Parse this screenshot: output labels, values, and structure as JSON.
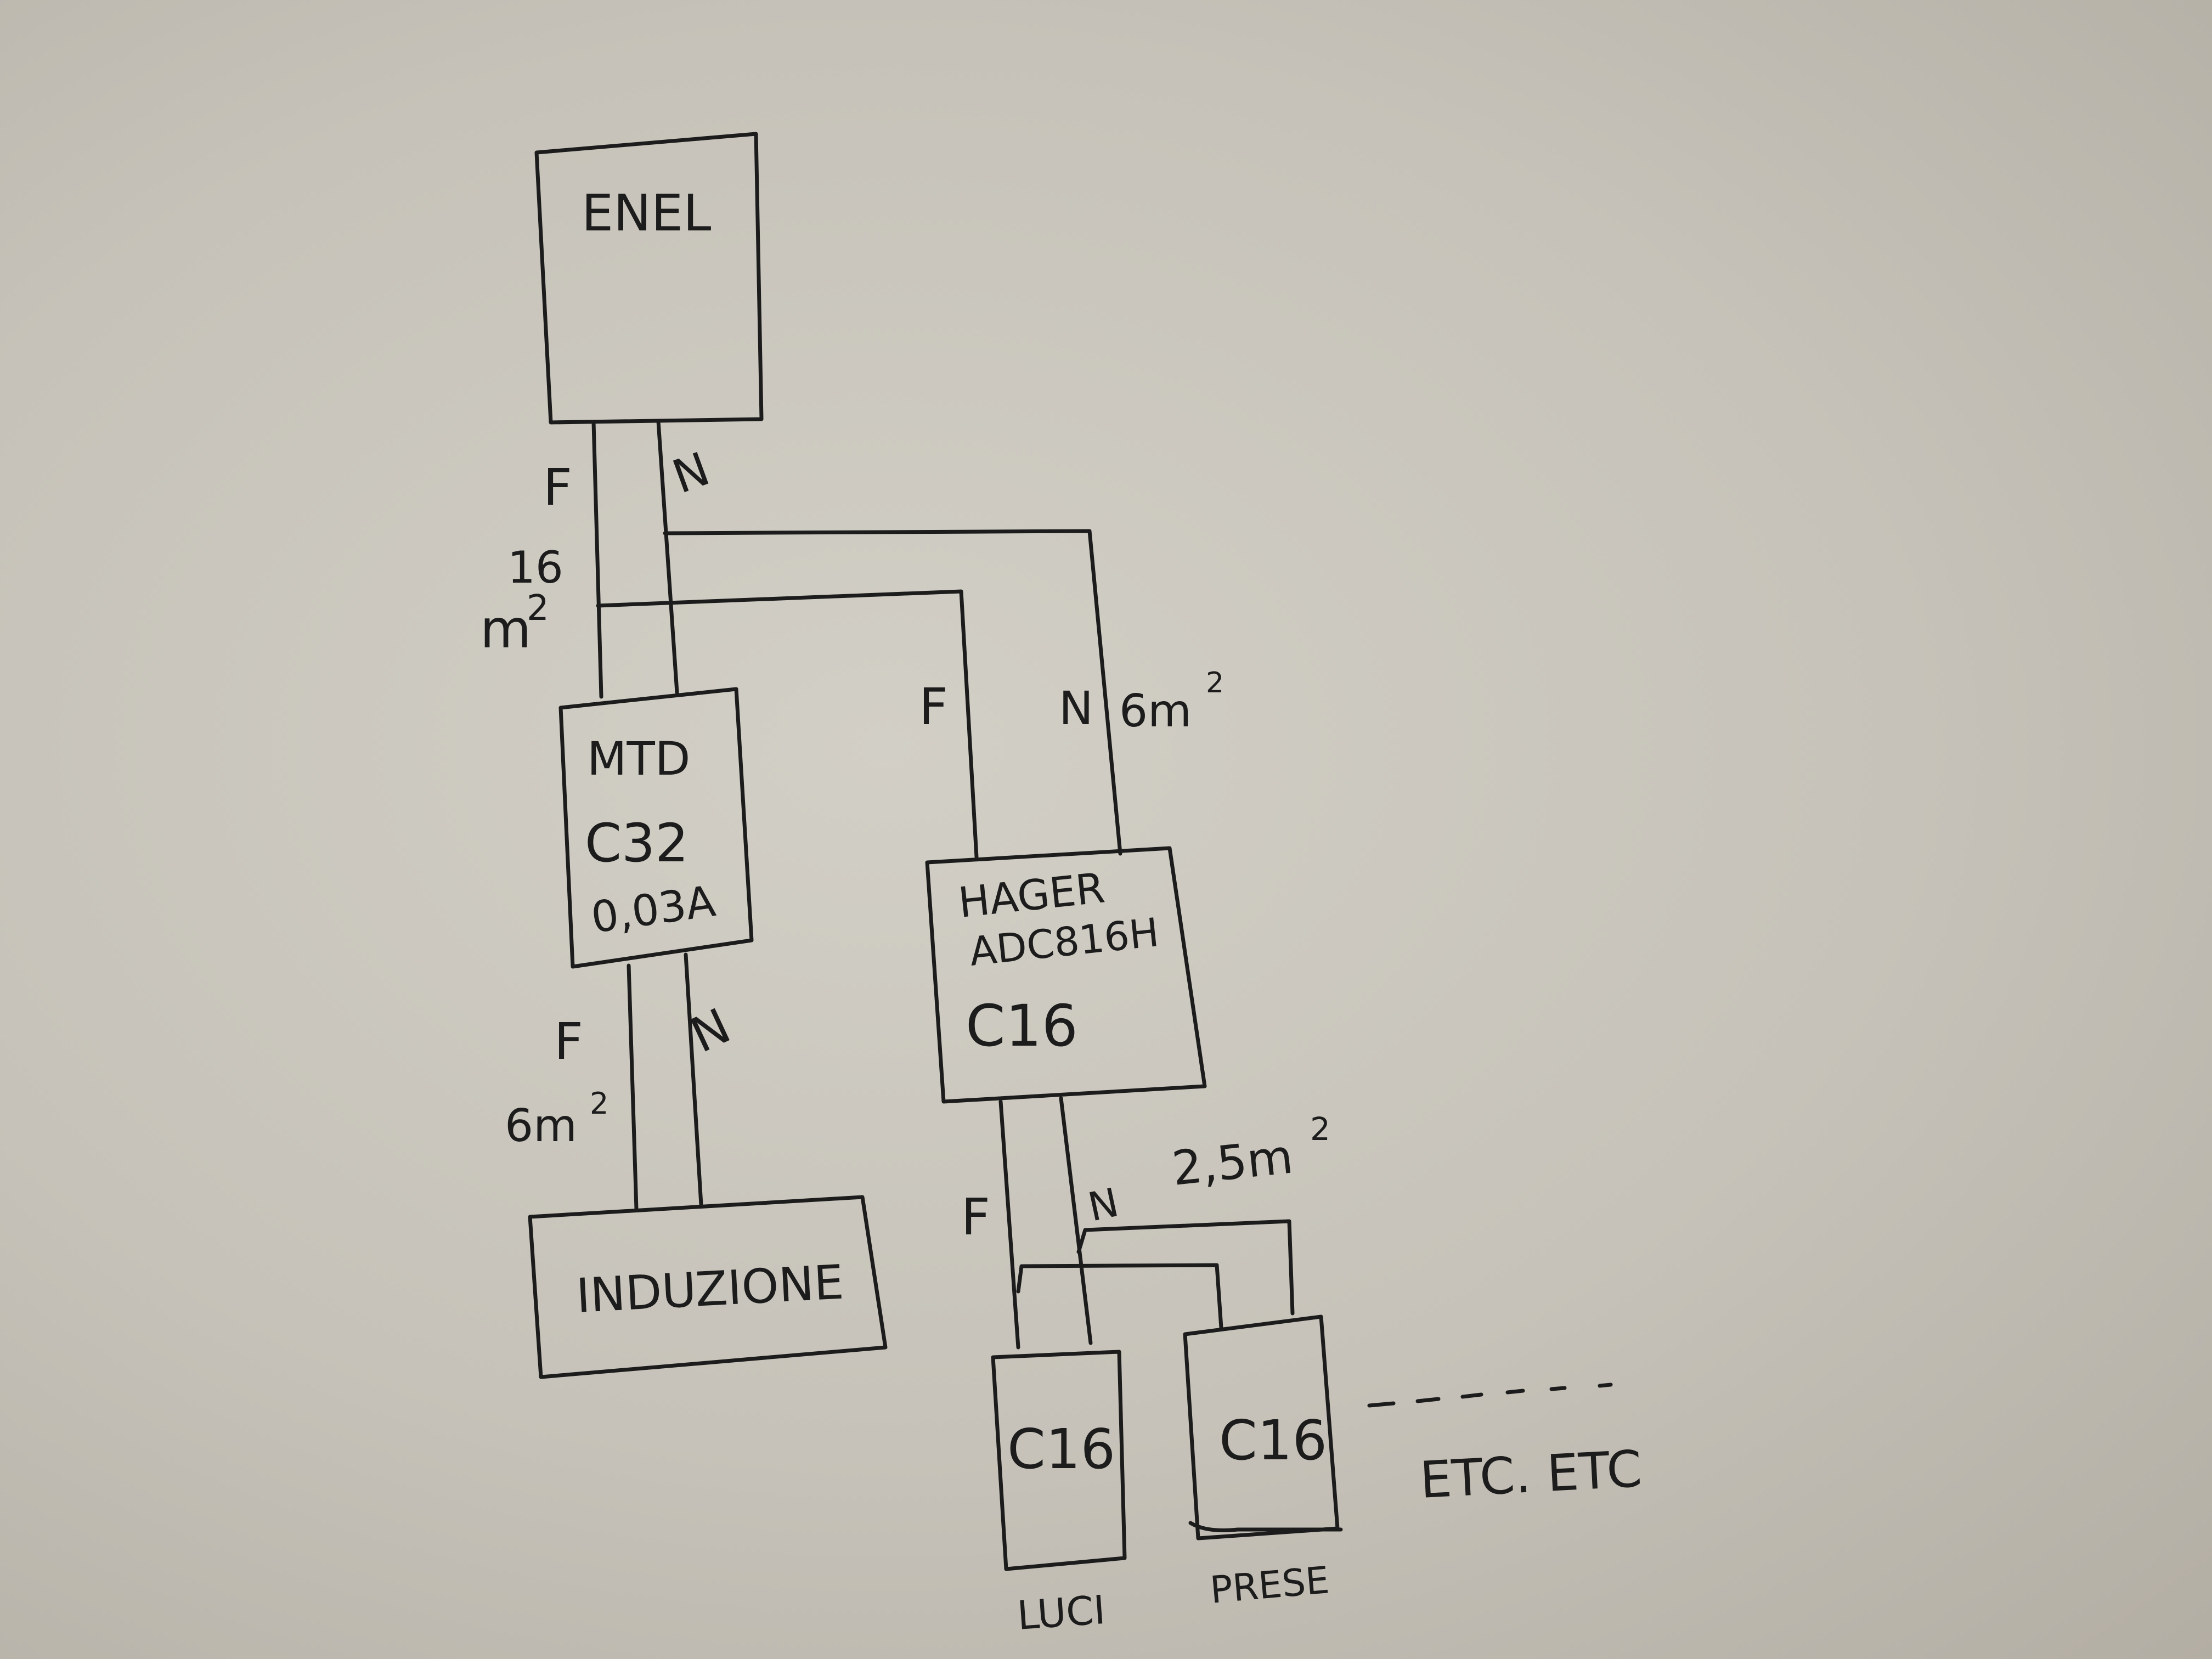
{
  "diagram": {
    "boxes": {
      "enel": "ENEL",
      "mtd_l1": "MTD",
      "mtd_l2": "C32",
      "mtd_l3": "0,03A",
      "hager_l1": "HAGER",
      "hager_l2": "ADC816H",
      "hager_l3": "C16",
      "induzione": "INDUZIONE",
      "luci_breaker": "C16",
      "prese_breaker": "C16"
    },
    "labels": {
      "enel_f": "F",
      "enel_n": "N",
      "section_16_a": "16",
      "section_16_b": "m",
      "section_16_sup": "2",
      "hager_f": "F",
      "hager_n": "N",
      "hager_in_section": "6m",
      "hager_in_section_sup": "2",
      "mtd_out_f": "F",
      "mtd_out_n": "N",
      "mtd_out_section": "6m",
      "mtd_out_section_sup": "2",
      "hager_out_f": "F",
      "hager_out_n": "N",
      "hager_out_section": "2,5m",
      "hager_out_section_sup": "2",
      "luci": "LUCI",
      "prese": "PRESE",
      "etc": "ETC. ETC"
    }
  }
}
